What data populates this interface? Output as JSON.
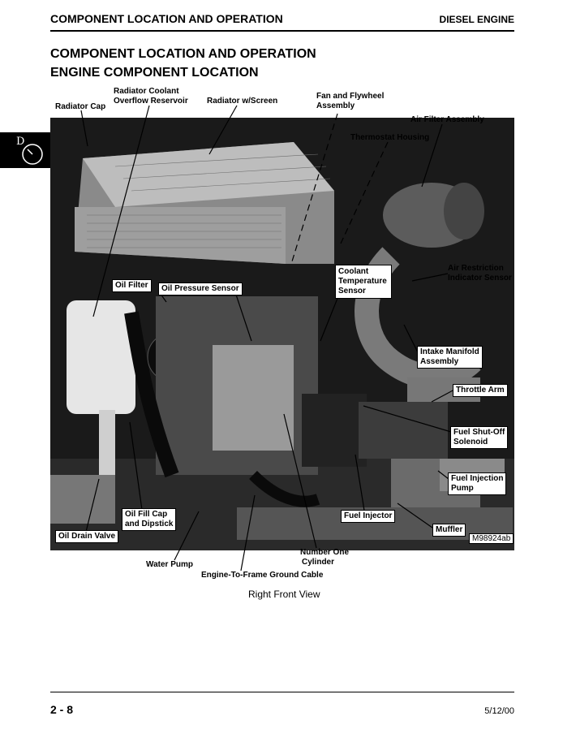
{
  "header": {
    "left": "COMPONENT LOCATION AND OPERATION",
    "right": "DIESEL ENGINE"
  },
  "titles": {
    "line1": "COMPONENT LOCATION AND OPERATION",
    "line2": "ENGINE COMPONENT LOCATION"
  },
  "tab": {
    "label": "D"
  },
  "labels": {
    "radiator_cap": "Radiator Cap",
    "overflow_1": "Radiator Coolant",
    "overflow_2": "Overflow Reservoir",
    "radiator_screen": "Radiator w/Screen",
    "fan_1": "Fan and Flywheel",
    "fan_2": "Assembly",
    "air_filter": "Air Filter Assembly",
    "thermostat": "Thermostat Housing",
    "oil_filter": "Oil Filter",
    "oil_pressure": "Oil Pressure Sensor",
    "coolant_1": "Coolant",
    "coolant_2": "Temperature",
    "coolant_3": "Sensor",
    "air_restr_1": "Air Restriction",
    "air_restr_2": "Indicator Sensor",
    "intake_1": "Intake Manifold",
    "intake_2": "Assembly",
    "throttle": "Throttle Arm",
    "fuel_shut_1": "Fuel Shut-Off",
    "fuel_shut_2": "Solenoid",
    "fuel_pump_1": "Fuel Injection",
    "fuel_pump_2": "Pump",
    "oil_fill_1": "Oil Fill Cap",
    "oil_fill_2": "and Dipstick",
    "fuel_injector": "Fuel Injector",
    "muffler": "Muffler",
    "oil_drain": "Oil Drain Valve",
    "number_one_1": "Number One",
    "number_one_2": "Cylinder",
    "water_pump": "Water Pump",
    "ground_cable": "Engine-To-Frame Ground Cable"
  },
  "figure_ref": "M98924ab",
  "caption": "Right Front View",
  "footer": {
    "page": "2 - 8",
    "date": "5/12/00"
  }
}
